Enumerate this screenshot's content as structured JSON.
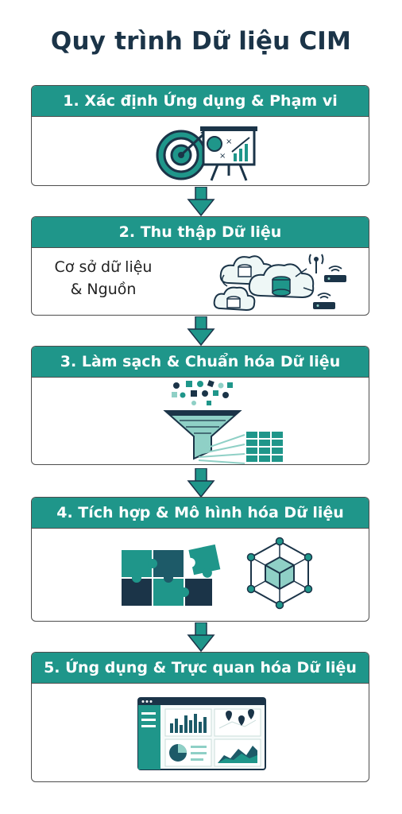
{
  "title": "Quy trình Dữ liệu CIM",
  "colors": {
    "teal": "#1f968a",
    "navy": "#1b3448",
    "dark_teal": "#1d5a68",
    "light_teal": "#8fd0c6"
  },
  "steps": [
    {
      "label": "1. Xác định Ứng dụng & Phạm vi",
      "icons": [
        "target-icon",
        "presentation-board-icon"
      ]
    },
    {
      "label": "2. Thu thập Dữ liệu",
      "source_line1": "Cơ sở dữ liệu",
      "source_line2": "& Nguồn",
      "icons": [
        "cloud-database-icon",
        "antenna-icon",
        "router-icon"
      ]
    },
    {
      "label": "3. Làm sạch & Chuẩn hóa Dữ liệu",
      "icons": [
        "funnel-icon",
        "data-grid-icon"
      ]
    },
    {
      "label": "4. Tích hợp & Mô hình hóa Dữ liệu",
      "icons": [
        "puzzle-icon",
        "cube-network-icon"
      ]
    },
    {
      "label": "5. Ứng dụng & Trực quan hóa Dữ liệu",
      "icons": [
        "dashboard-icon"
      ]
    }
  ]
}
